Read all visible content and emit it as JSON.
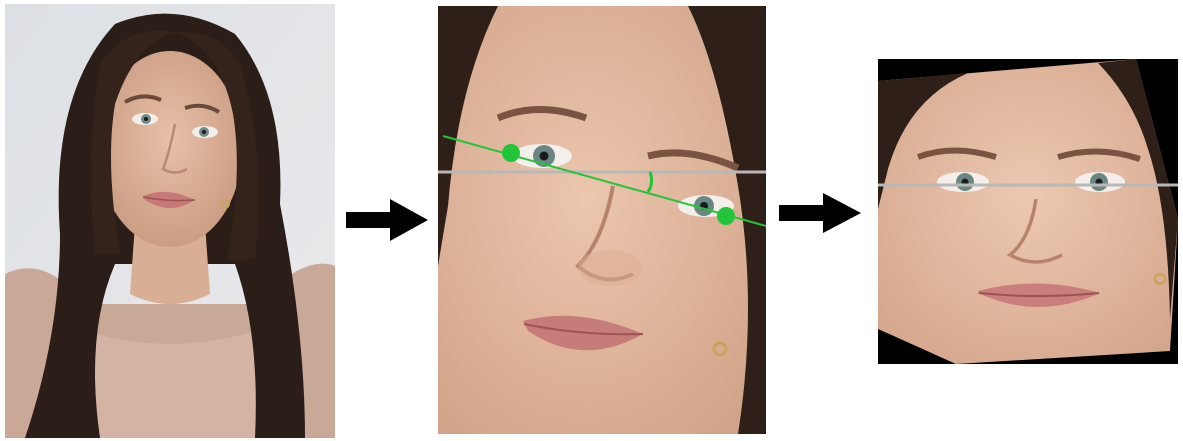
{
  "panels": [
    {
      "name": "original-photo"
    },
    {
      "name": "face-crop-with-eye-landmarks"
    },
    {
      "name": "aligned-face"
    }
  ],
  "colors": {
    "landmark": "#22c43a",
    "reference_line": "#b8b8b8",
    "arrow": "#000000",
    "background": "#ffffff",
    "padding": "#000000"
  },
  "icons": [
    "right-arrow-icon",
    "right-arrow-icon"
  ]
}
